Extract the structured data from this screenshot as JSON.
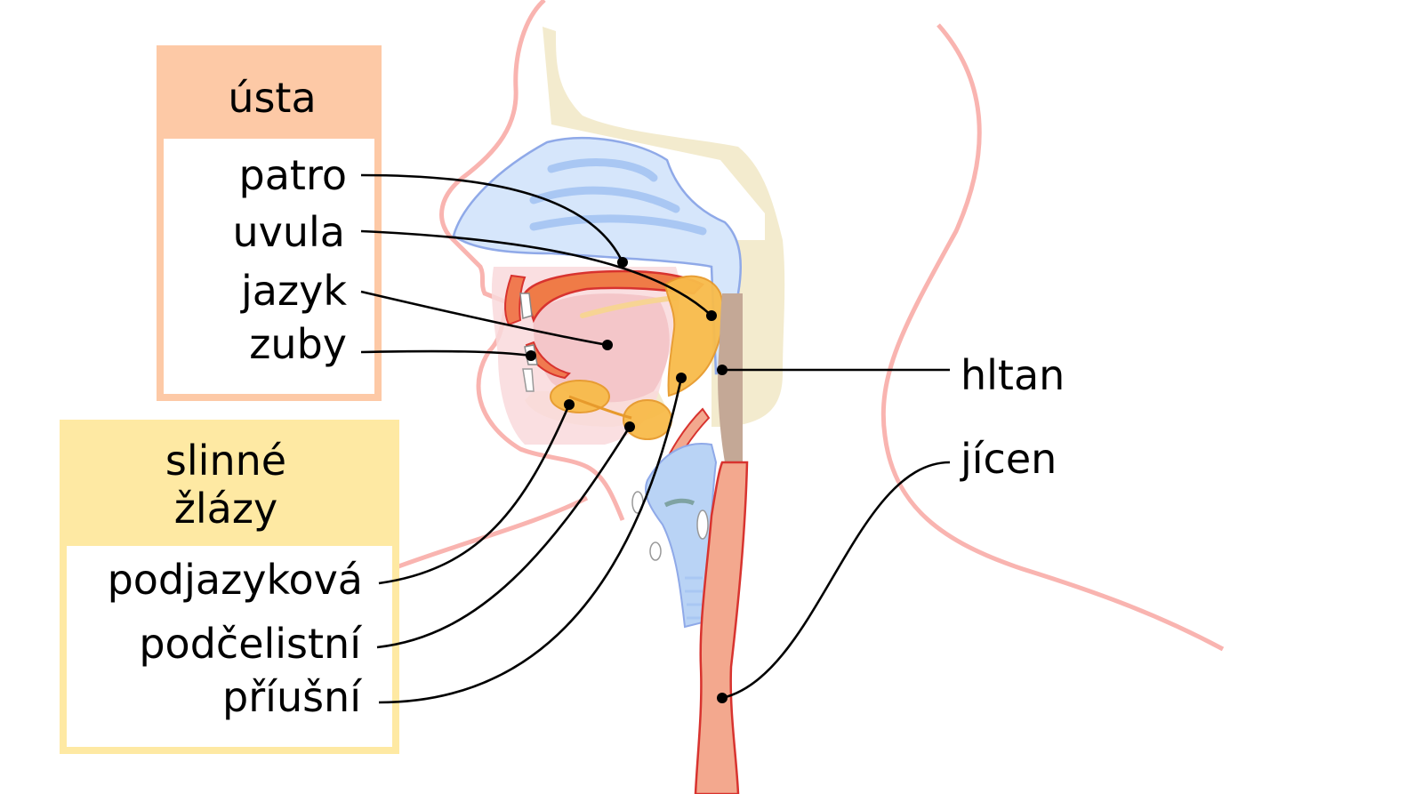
{
  "groups": {
    "mouth": {
      "title": "ústa",
      "color_header": "#fdc9a6",
      "color_border": "#fdc9a6",
      "items": [
        "patro",
        "uvula",
        "jazyk",
        "zuby"
      ]
    },
    "salivary": {
      "title_line1": "slinné",
      "title_line2": "žlázy",
      "color_header": "#fee9a3",
      "color_border": "#fee9a3",
      "items": [
        "podjazyková",
        "podčelistní",
        "příušní"
      ]
    }
  },
  "labels": {
    "pharynx": "hltan",
    "esophagus": "jícen"
  },
  "colors": {
    "skin_outline": "#f9b4b0",
    "nasal_cavity": "#d6e6fb",
    "bone": "#f2e9c9",
    "tongue": "#f3d0d2",
    "gland": "#f8bb4a",
    "esophagus": "#f3a88e",
    "trachea": "#b9d3f5",
    "pharynx": "#c4a896"
  }
}
